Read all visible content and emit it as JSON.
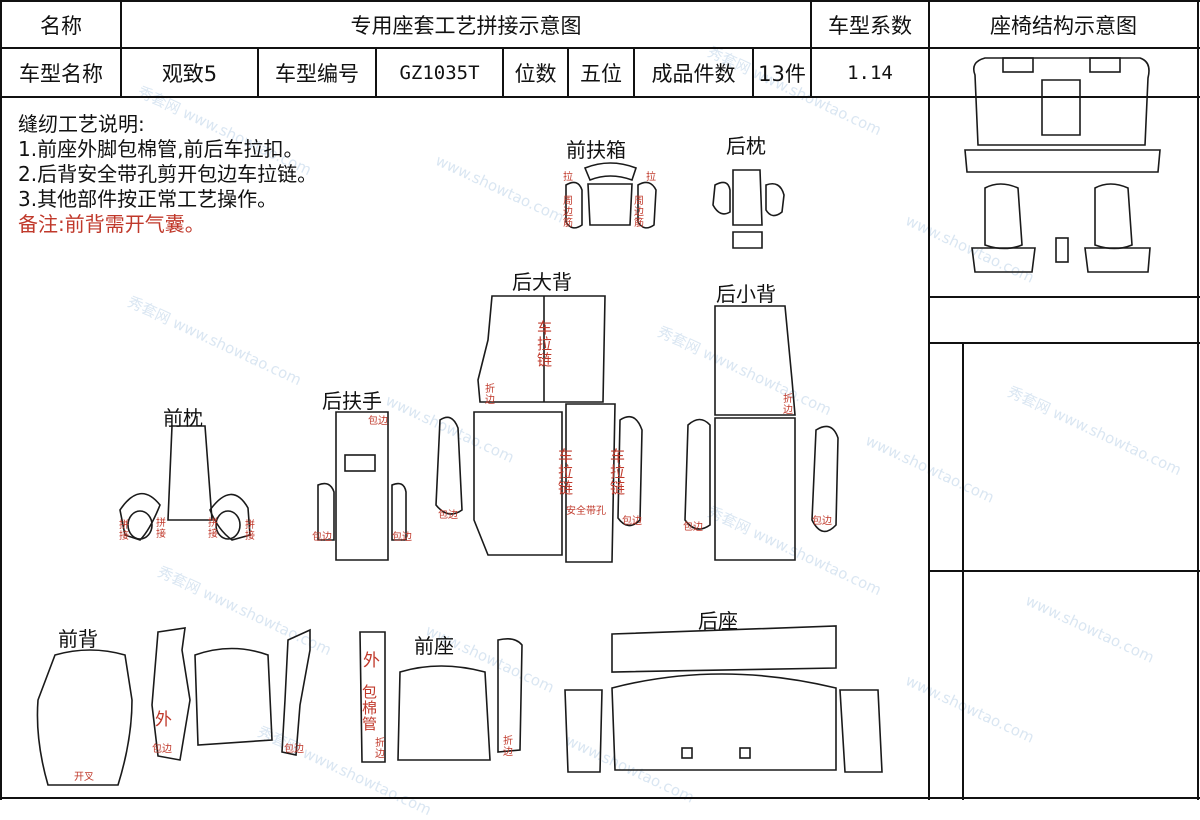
{
  "header": {
    "name_label": "名称",
    "title": "专用座套工艺拼接示意图",
    "coef_label": "车型系数",
    "structure_label": "座椅结构示意图"
  },
  "info": {
    "model_name_label": "车型名称",
    "model_name": "观致5",
    "model_code_label": "车型编号",
    "model_code": "GZ1035T",
    "seats_label": "位数",
    "seats": "五位",
    "pieces_label": "成品件数",
    "pieces": "13件",
    "coef": "1.14"
  },
  "notes": {
    "heading": "缝纫工艺说明:",
    "items": [
      "1.前座外脚包棉管,前后车拉扣。",
      "2.后背安全带孔剪开包边车拉链。",
      "3.其他部件按正常工艺操作。"
    ],
    "remark": "备注:前背需开气囊。"
  },
  "parts": {
    "front_armbox": "前扶箱",
    "rear_headrest": "后枕",
    "rear_big_back": "后大背",
    "rear_small_back": "后小背",
    "front_headrest": "前枕",
    "rear_armrest": "后扶手",
    "front_back": "前背",
    "front_seat": "前座",
    "rear_seat": "后座"
  },
  "marks": {
    "zipper": "车拉链",
    "pull": "拉",
    "surround": "周边筋",
    "fold": "折边",
    "joint": "拼接",
    "binding": "包边",
    "outer": "外",
    "cotton_tube": "包棉管",
    "slit": "开叉",
    "belt_hole": "安全带孔"
  },
  "watermark": {
    "brand": "秀套网",
    "url": "www.showtao.com"
  },
  "colors": {
    "accent_red": "#c0392b",
    "line": "#111111"
  }
}
